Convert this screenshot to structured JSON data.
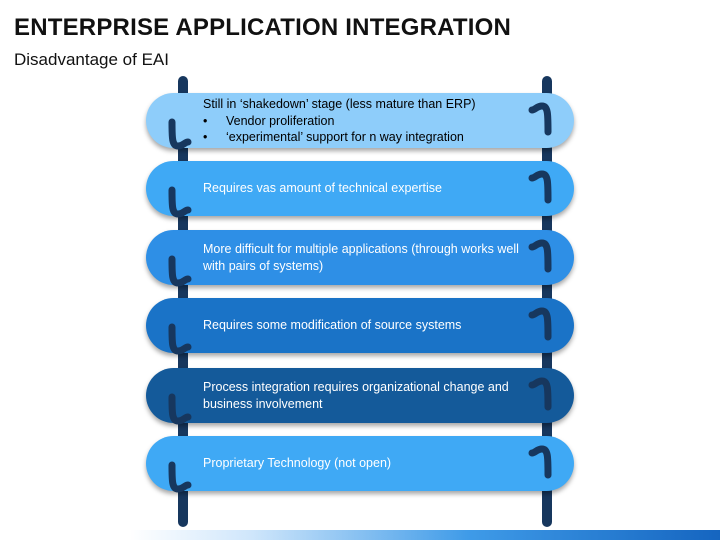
{
  "title": "ENTERPRISE APPLICATION INTEGRATION",
  "subtitle": "Disadvantage of EAI",
  "colors": {
    "pole": "#17375e",
    "rung_1": "#8ecdfa",
    "rung_2": "#3fa9f5",
    "rung_3": "#2e8fe6",
    "rung_4": "#1a73c7",
    "rung_5": "#145a9a",
    "rung_6": "#3fa9f5"
  },
  "items": [
    {
      "heading": "Still  in ‘shakedown’ stage (less mature than ERP)",
      "bullets": [
        "Vendor proliferation",
        "‘experimental’ support for n way integration"
      ]
    },
    {
      "text": "Requires vas amount of technical expertise"
    },
    {
      "text": "More difficult for multiple applications (through works well with pairs of systems)"
    },
    {
      "text": "Requires some modification of source systems"
    },
    {
      "text": "Process integration requires organizational change and business involvement"
    },
    {
      "text": "Proprietary Technology (not open)"
    }
  ]
}
